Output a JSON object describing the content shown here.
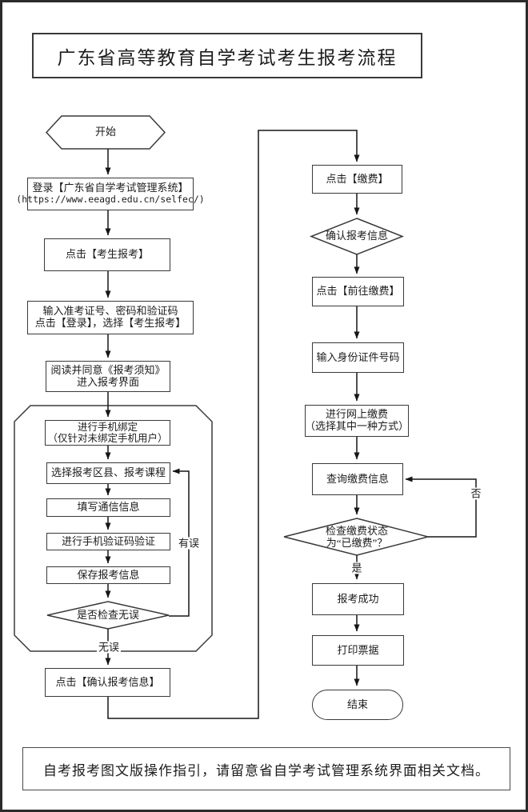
{
  "title": "广东省高等教育自学考试考生报考流程",
  "footer": "自考报考图文版操作指引，请留意省自学考试管理系统界面相关文档。",
  "start_label": "开始",
  "end_label": "结束",
  "left_flow": {
    "login": {
      "line1": "登录【广东省自学考试管理系统】",
      "line2": "(https://www.eeagd.edu.cn/selfec/)"
    },
    "click_register": "点击【考生报考】",
    "enter_credentials": {
      "line1": "输入准考证号、密码和验证码",
      "line2": "点击【登录】，选择【考生报考】"
    },
    "read_notice": {
      "line1": "阅读并同意《报考须知》",
      "line2": "进入报考界面"
    },
    "bind_phone": {
      "line1": "进行手机绑定",
      "line2": "（仅针对未绑定手机用户）"
    },
    "select_courses": "选择报考区县、报考课程",
    "fill_contact": "填写通信信息",
    "verify_phone": "进行手机验证码验证",
    "save_info": "保存报考信息",
    "check_decision": "是否检查无误",
    "label_ok": "无误",
    "label_error": "有误",
    "confirm_info": "点击【确认报考信息】"
  },
  "right_flow": {
    "click_pay": "点击【缴费】",
    "confirm_decision": "确认报考信息",
    "go_pay": "点击【前往缴费】",
    "enter_id": "输入身份证件号码",
    "online_pay": {
      "line1": "进行网上缴费",
      "line2": "（选择其中一种方式）"
    },
    "query_payment": "查询缴费信息",
    "check_status": {
      "line1": "检查缴费状态",
      "line2": "为“已缴费”？"
    },
    "label_yes": "是",
    "label_no": "否",
    "success": "报考成功",
    "print_receipt": "打印票据"
  },
  "colors": {
    "line": "#3a3a3a",
    "background": "#ffffff",
    "text": "#1c1c1c"
  }
}
